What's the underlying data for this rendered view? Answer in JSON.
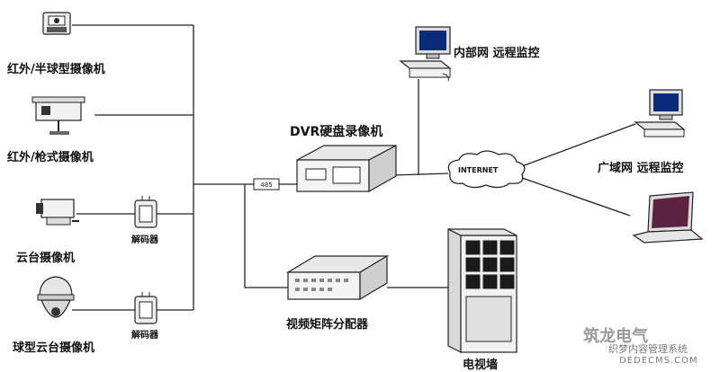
{
  "labels": {
    "cam_dome_ir": "红外/半球型摄像机",
    "cam_gun_ir": "红外/枪式摄像机",
    "cam_ptz": "云台摄像机",
    "cam_speed_dome": "球型云台摄像机",
    "decoder_1": "解码器",
    "decoder_2": "解码器",
    "dvr": "DVR硬盘录像机",
    "matrix": "视频矩阵分配器",
    "tv_wall": "电视墙",
    "internet": "INTERNET",
    "lan_monitor": "内部网 远程监控",
    "wan_monitor": "广域网 远程监控",
    "rs485": "485"
  },
  "watermark": {
    "brand": "筑龙电气",
    "line1": "织梦内容管理系统",
    "line2": "DEDECMS.COM"
  },
  "colors": {
    "line": "#222222",
    "device_fill": "#f2f2f2",
    "screen_blue": "#0a2a7a",
    "watermark": "#8a8a8a"
  }
}
